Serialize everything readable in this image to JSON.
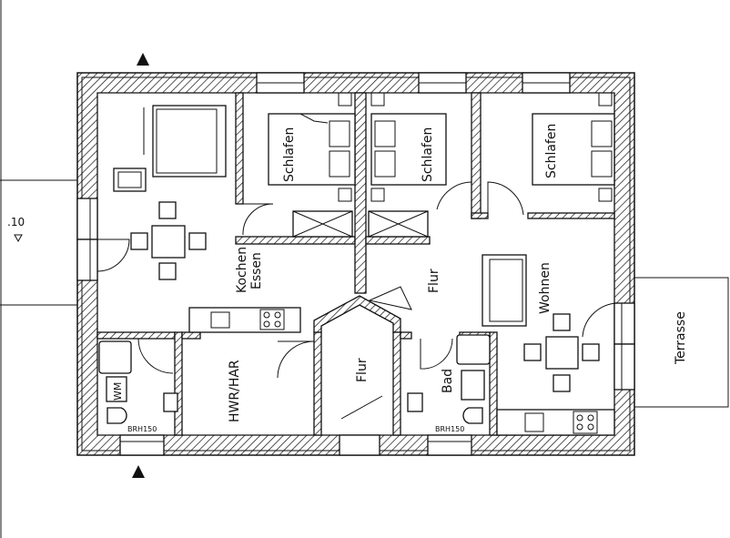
{
  "plan": {
    "rooms": {
      "bedroom_1": "Schlafen",
      "bedroom_2": "Schlafen",
      "bedroom_3": "Schlafen",
      "kitchen_line1": "Kochen",
      "kitchen_line2": "Essen",
      "hall_upper": "Flur",
      "hall_lower": "Flur",
      "living": "Wohnen",
      "utility": "HWR/HAR",
      "bath": "Bad",
      "terrace": "Terrasse"
    },
    "labels": {
      "washing_machine": "WM",
      "sill_left": "BRH150",
      "sill_right": "BRH150",
      "level": ".10"
    }
  }
}
